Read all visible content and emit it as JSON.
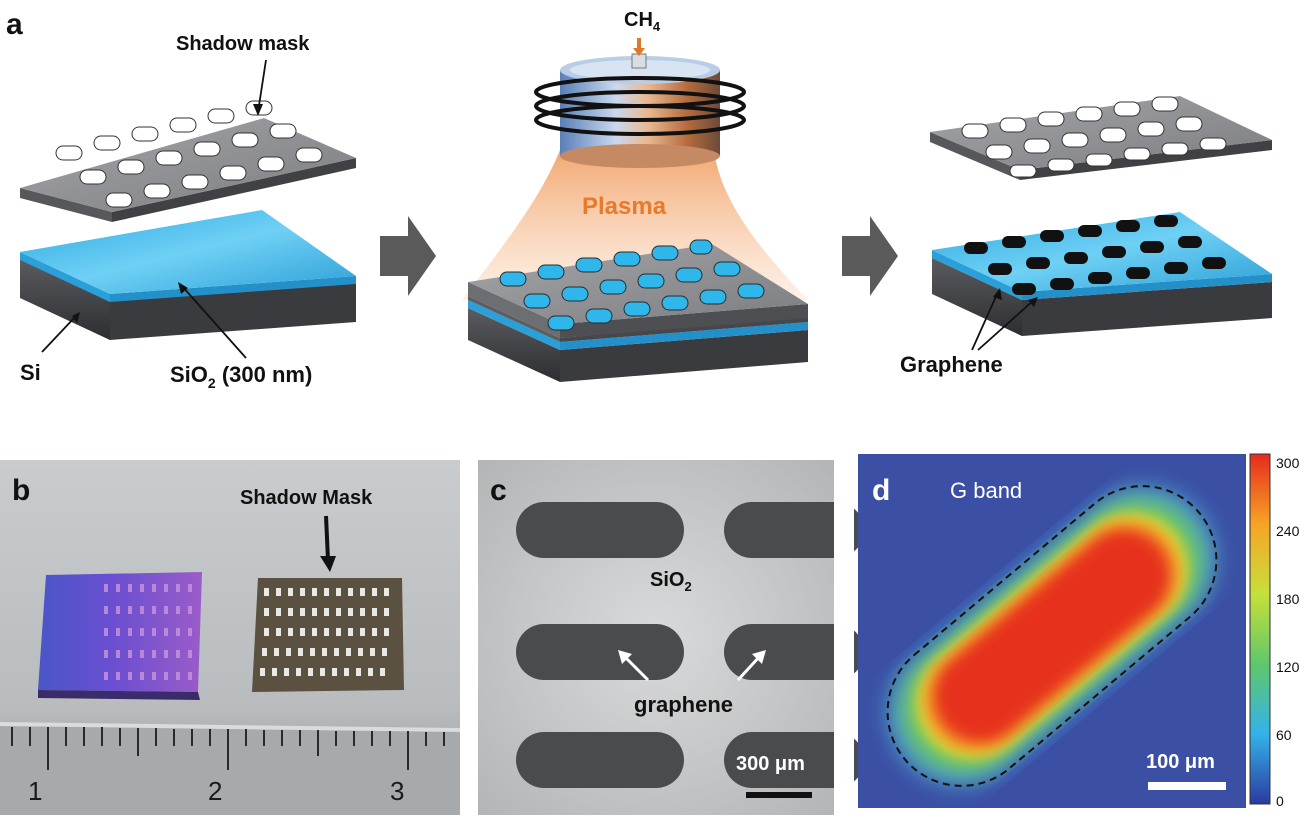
{
  "panel_a": {
    "letter": "a",
    "shadow_mask": "Shadow mask",
    "si": "Si",
    "sio2_main": "SiO",
    "sio2_sub": "2",
    "sio2_rest": " (300 nm)",
    "ch4_main": "CH",
    "ch4_sub": "4",
    "plasma": "Plasma",
    "graphene": "Graphene"
  },
  "panel_b": {
    "letter": "b",
    "shadow_mask": "Shadow Mask",
    "ruler_1": "1",
    "ruler_2": "2",
    "ruler_3": "3"
  },
  "panel_c": {
    "letter": "c",
    "sio2_main": "SiO",
    "sio2_sub": "2",
    "graphene": "graphene",
    "scale": "300 μm"
  },
  "panel_d": {
    "letter": "d",
    "title": "G band",
    "scale": "100 μm",
    "colorbar_ticks": [
      "300",
      "240",
      "180",
      "120",
      "60",
      "0"
    ]
  },
  "colors": {
    "mask_top": "#8a8c90",
    "mask_side": "#55575b",
    "sio2": "#3fb8e8",
    "si": "#4a4b4e",
    "plasma": "#e87a2c",
    "arrow": "#5a5a5a",
    "map_bg": "#3b4fa4"
  }
}
